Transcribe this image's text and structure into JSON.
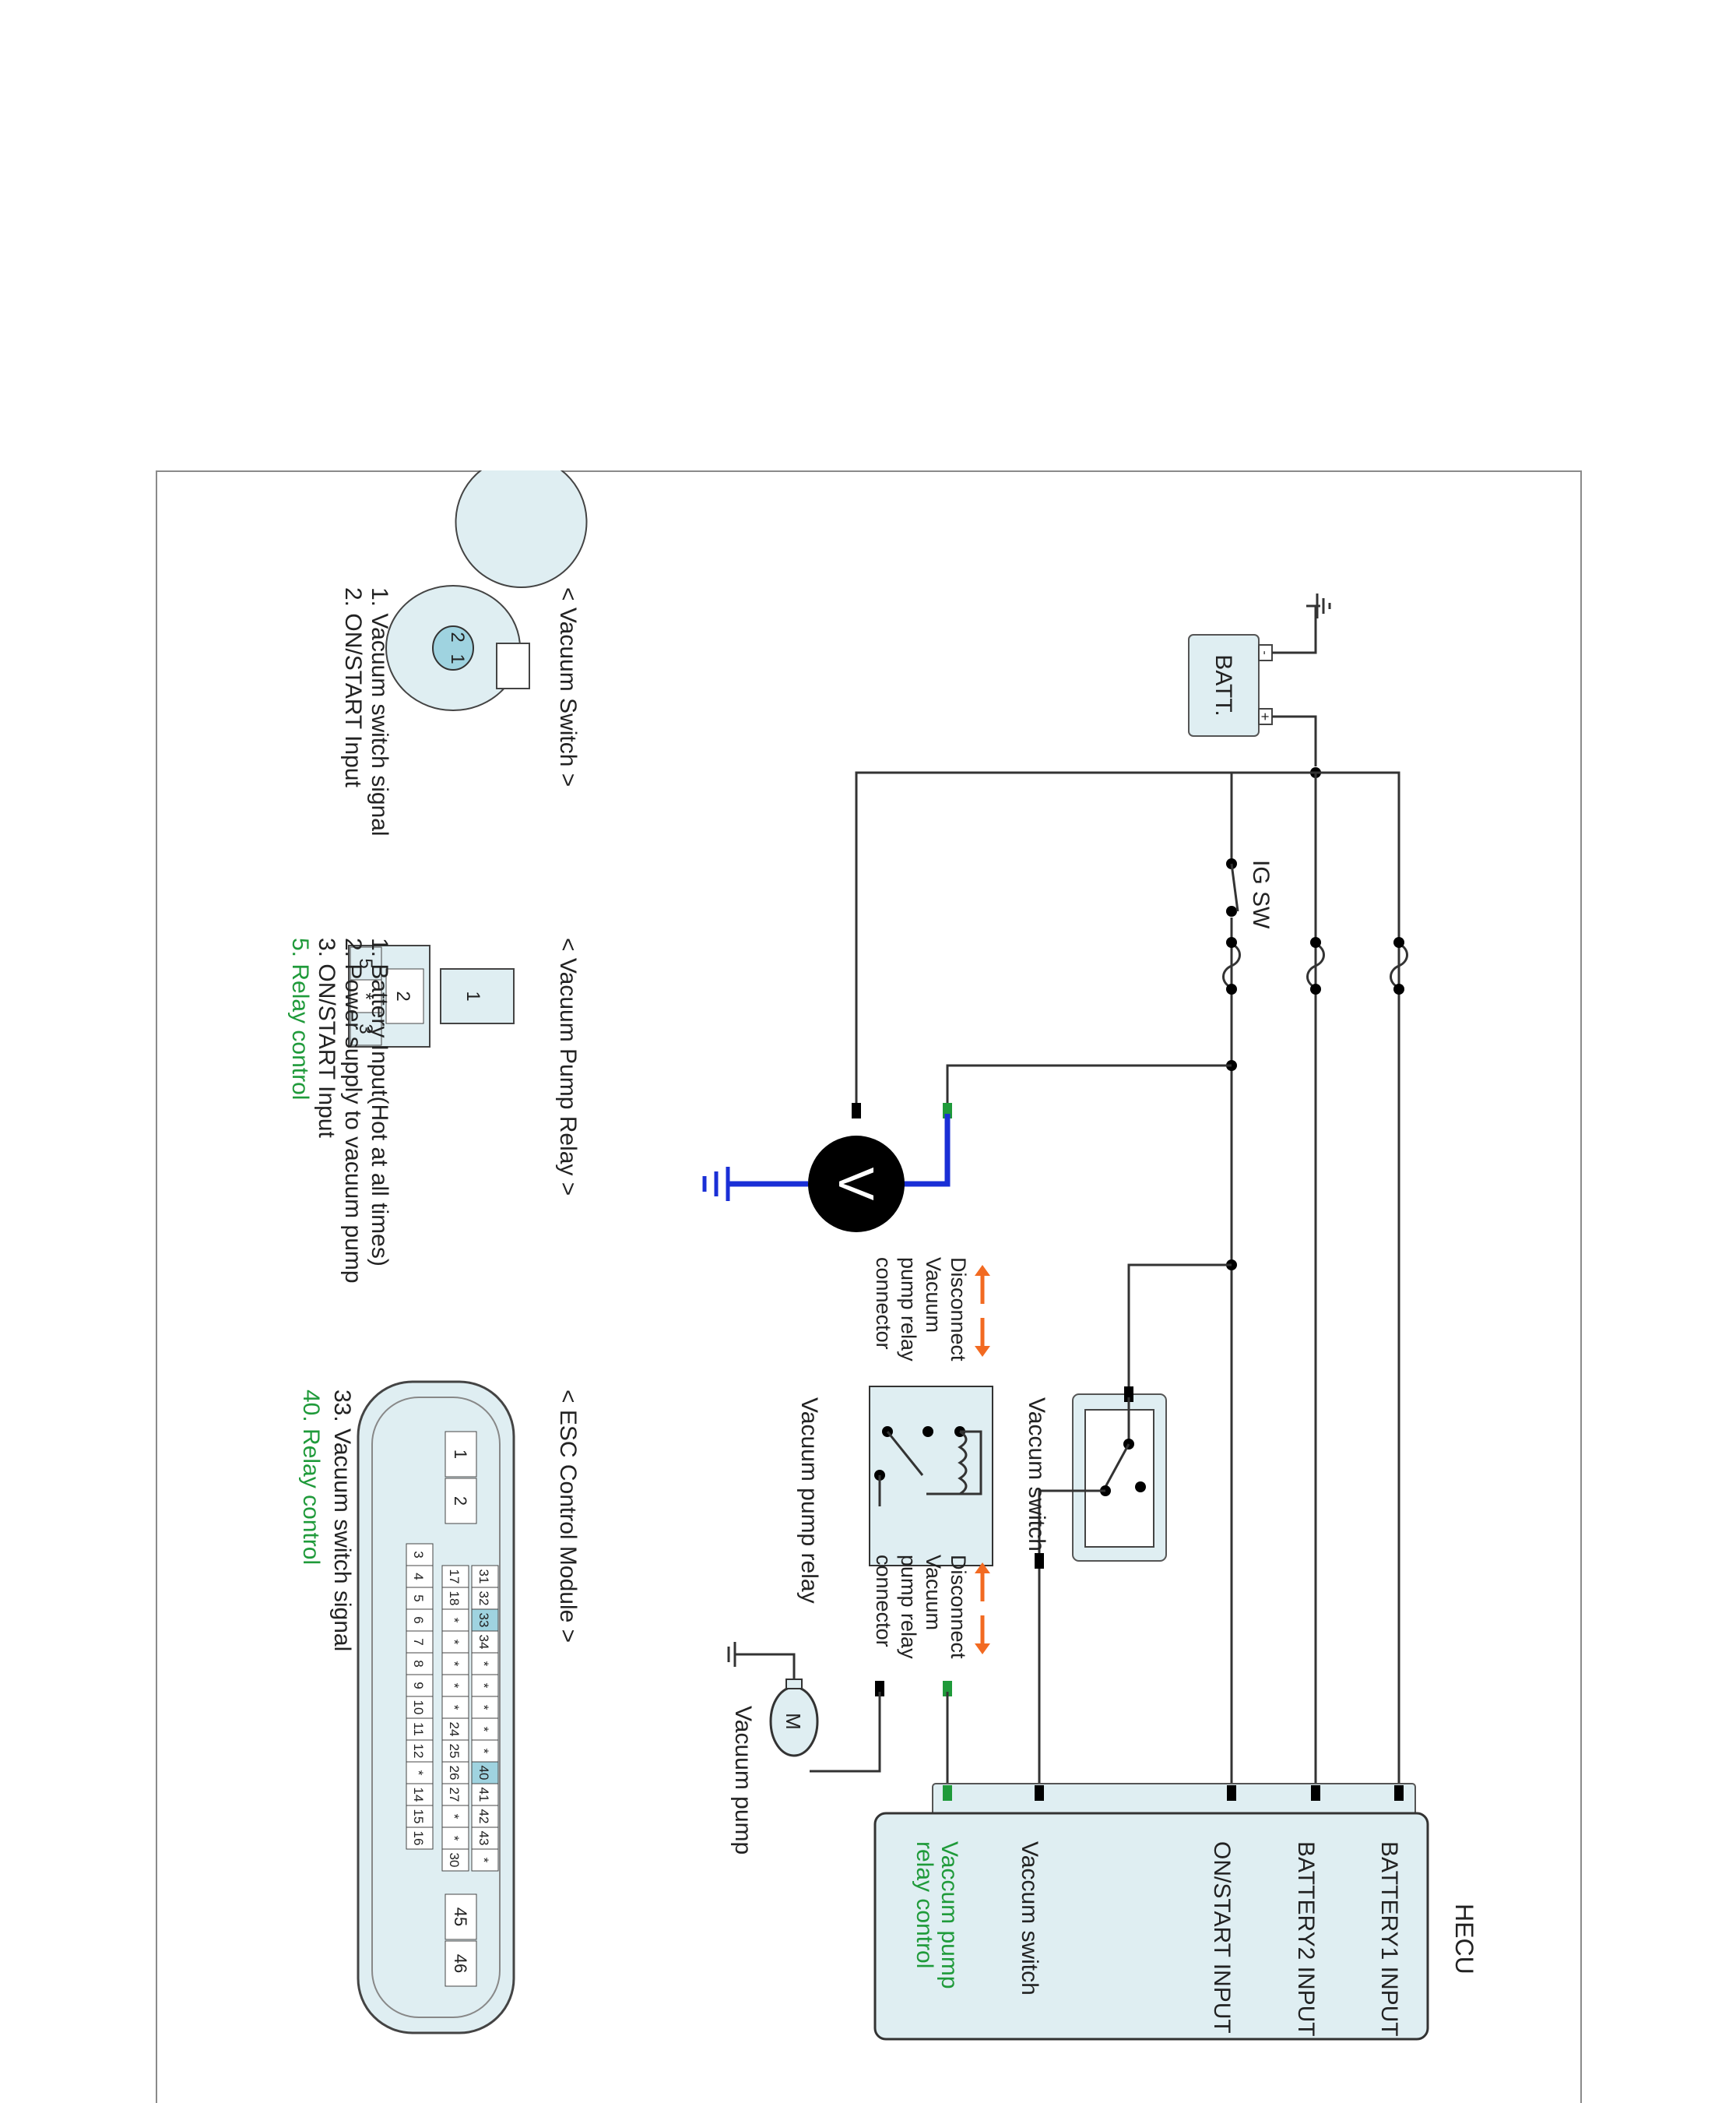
{
  "colors": {
    "wire": "#333333",
    "accent_wire": "#1a2fd6",
    "green_label": "#1f9a3a",
    "arrow": "#f26a21",
    "box_fill": "#dfeef2",
    "pin_highlight": "#9fd3e0"
  },
  "circuit": {
    "batt": "BATT.",
    "batt_plus": "+",
    "batt_minus": "-",
    "ig_sw": "IG SW",
    "hecu_title": "HECU",
    "hecu_pins": [
      "BATTERY1 INPUT",
      "BATTERY2 INPUT",
      "ON/START INPUT",
      "Vaccum switch"
    ],
    "hecu_relay_ctrl": [
      "Vaccum pump",
      "relay control"
    ],
    "vacuum_switch": "Vaccum switch",
    "vacuum_pump_relay": "Vacuum pump relay",
    "disconnect_label": [
      "Disconnect",
      "Vacuum",
      "pump relay",
      "connector"
    ],
    "vacuum_pump": "Vacuum pump",
    "motor": "M",
    "meter": "V"
  },
  "connectors": {
    "vacuum_switch": {
      "title": "< Vacuum Switch >",
      "pins": [
        "2",
        "1"
      ],
      "legend": [
        "1. Vacuum switch signal",
        "2. ON/START Input"
      ]
    },
    "vacuum_pump_relay": {
      "title": "< Vacuum Pump Relay >",
      "top_pin": "1",
      "pins": [
        "5",
        "*",
        "3"
      ],
      "mid_pin": "2",
      "legend": [
        "1. Battery Input(Hot at all times)",
        "2. Power supply to vacuum pump",
        "3. ON/START Input"
      ],
      "legend_highlight": "5. Relay control"
    },
    "esc_module": {
      "title": "< ESC Control Module >",
      "left_pins": [
        "1",
        "2"
      ],
      "right_pins": [
        "45",
        "46"
      ],
      "row_top": [
        "31",
        "32",
        "33",
        "34",
        "*",
        "*",
        "*",
        "*",
        "*",
        "40",
        "41",
        "42",
        "43",
        "*"
      ],
      "row_mid": [
        "17",
        "18",
        "*",
        "*",
        "*",
        "*",
        "*",
        "24",
        "25",
        "26",
        "27",
        "*",
        "*",
        "30"
      ],
      "row_bot": [
        "3",
        "4",
        "5",
        "6",
        "7",
        "8",
        "9",
        "10",
        "11",
        "12",
        "*",
        "14",
        "15",
        "16"
      ],
      "legend": "33. Vacuum switch signal",
      "legend_highlight": "40. Relay control"
    }
  }
}
